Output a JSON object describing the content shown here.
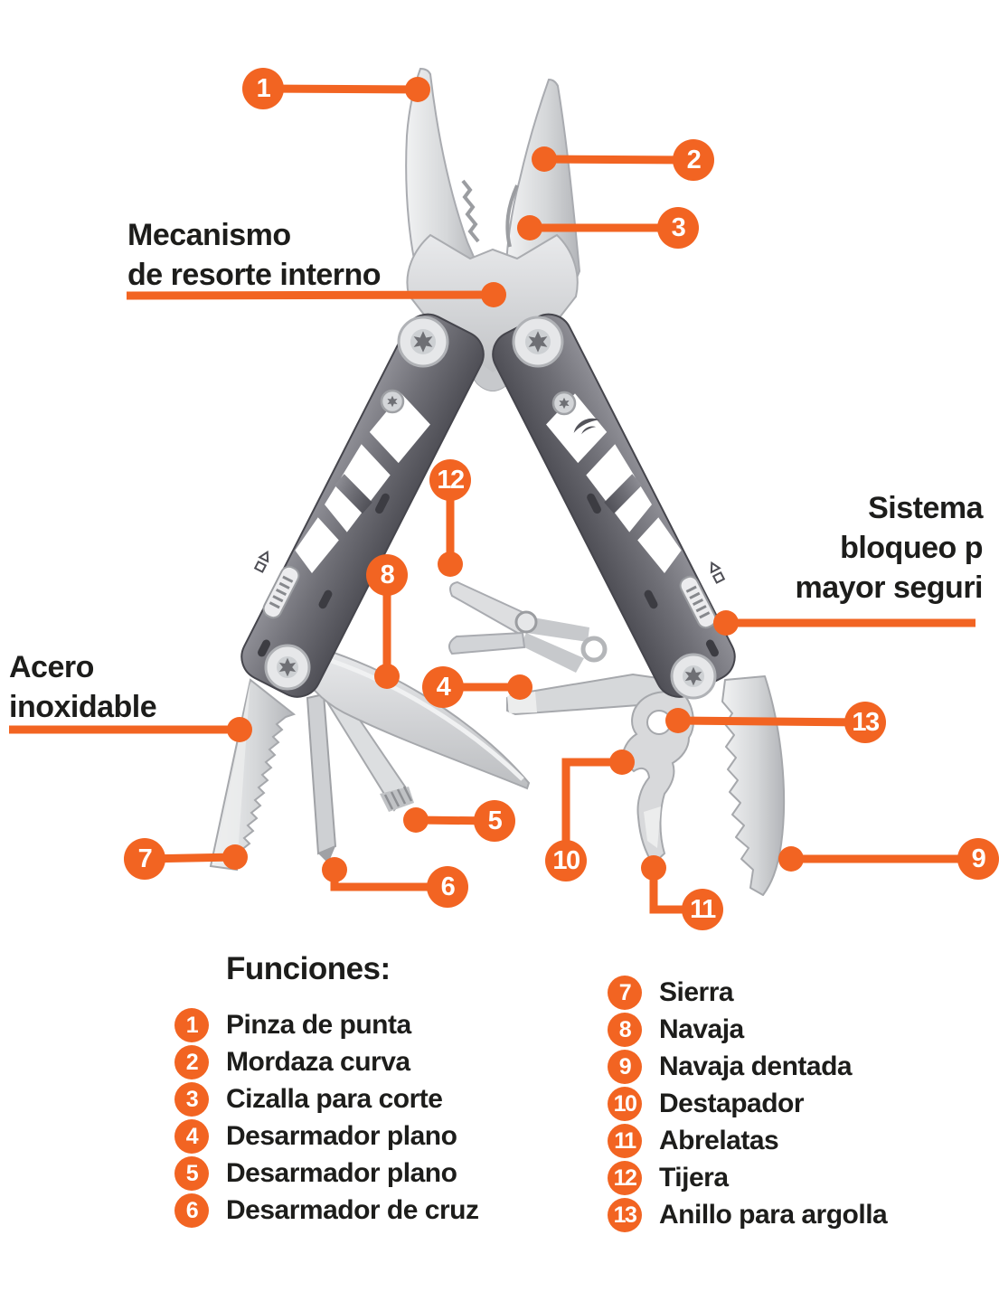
{
  "colors": {
    "accent_orange": "#F26422",
    "text_black": "#1d1d1b",
    "handle_gray": "#6f6f76",
    "steel_gray": "#d2d4d7",
    "background": "#ffffff"
  },
  "annotations": {
    "mecanismo": {
      "line1": "Mecanismo",
      "line2": "de resorte interno"
    },
    "acero": {
      "line1": "Acero",
      "line2": "inoxidable"
    },
    "sistema": {
      "line1": "Sistema",
      "line2": "bloqueo p",
      "line3": "mayor seguri"
    }
  },
  "callouts": {
    "c1": "1",
    "c2": "2",
    "c3": "3",
    "c4": "4",
    "c5": "5",
    "c6": "6",
    "c7": "7",
    "c8": "8",
    "c9": "9",
    "c10": "10",
    "c11": "11",
    "c12": "12",
    "c13": "13"
  },
  "functions": {
    "title": "Funciones:",
    "column1": [
      {
        "num": "1",
        "label": "Pinza de punta"
      },
      {
        "num": "2",
        "label": "Mordaza curva"
      },
      {
        "num": "3",
        "label": "Cizalla para corte"
      },
      {
        "num": "4",
        "label": "Desarmador plano"
      },
      {
        "num": "5",
        "label": "Desarmador plano"
      },
      {
        "num": "6",
        "label": "Desarmador de cruz"
      }
    ],
    "column2": [
      {
        "num": "7",
        "label": "Sierra"
      },
      {
        "num": "8",
        "label": "Navaja"
      },
      {
        "num": "9",
        "label": "Navaja dentada"
      },
      {
        "num": "10",
        "label": "Destapador"
      },
      {
        "num": "11",
        "label": "Abrelatas"
      },
      {
        "num": "12",
        "label": "Tijera"
      },
      {
        "num": "13",
        "label": "Anillo para argolla"
      }
    ]
  }
}
